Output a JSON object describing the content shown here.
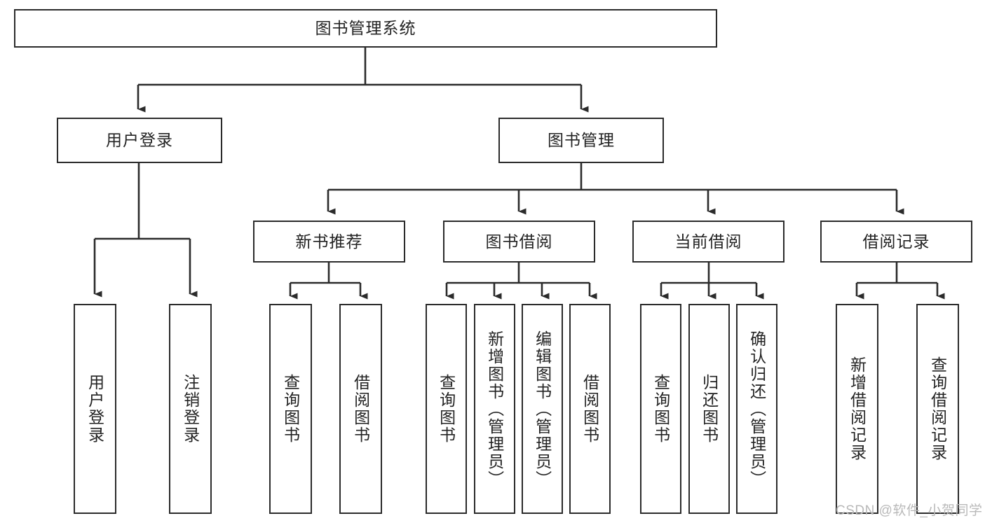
{
  "diagram": {
    "type": "tree-hierarchy-chart",
    "title": "图书管理系统",
    "colors": {
      "box_border": "#2b2b2b",
      "box_fill": "#ffffff",
      "connector": "#2b2b2b",
      "text": "#232323",
      "watermark": "#b9b9b9",
      "background": "#ffffff"
    },
    "levels": [
      {
        "level": 1,
        "nodes": [
          {
            "id": "root",
            "label": "图书管理系统",
            "orientation": "horizontal"
          }
        ]
      },
      {
        "level": 2,
        "nodes": [
          {
            "id": "login",
            "label": "用户登录",
            "orientation": "horizontal",
            "parent": "root"
          },
          {
            "id": "bookmgmt",
            "label": "图书管理",
            "orientation": "horizontal",
            "parent": "root"
          }
        ]
      },
      {
        "level": 3,
        "nodes": [
          {
            "id": "newbook",
            "label": "新书推荐",
            "orientation": "horizontal",
            "parent": "bookmgmt"
          },
          {
            "id": "borrow",
            "label": "图书借阅",
            "orientation": "horizontal",
            "parent": "bookmgmt"
          },
          {
            "id": "current",
            "label": "当前借阅",
            "orientation": "horizontal",
            "parent": "bookmgmt"
          },
          {
            "id": "records",
            "label": "借阅记录",
            "orientation": "horizontal",
            "parent": "bookmgmt"
          }
        ]
      },
      {
        "level": 4,
        "nodes": [
          {
            "id": "leaf1",
            "label": "用户登录",
            "orientation": "vertical",
            "parent": "login"
          },
          {
            "id": "leaf2",
            "label": "注销登录",
            "orientation": "vertical",
            "parent": "login"
          },
          {
            "id": "leaf3",
            "label": "查询图书",
            "orientation": "vertical",
            "parent": "newbook"
          },
          {
            "id": "leaf4",
            "label": "借阅图书",
            "orientation": "vertical",
            "parent": "newbook"
          },
          {
            "id": "leaf5",
            "label": "查询图书",
            "orientation": "vertical",
            "parent": "borrow"
          },
          {
            "id": "leaf6",
            "label": "新增图书（管理员）",
            "orientation": "vertical",
            "parent": "borrow"
          },
          {
            "id": "leaf7",
            "label": "编辑图书（管理员）",
            "orientation": "vertical",
            "parent": "borrow"
          },
          {
            "id": "leaf8",
            "label": "借阅图书",
            "orientation": "vertical",
            "parent": "borrow"
          },
          {
            "id": "leaf9",
            "label": "查询图书",
            "orientation": "vertical",
            "parent": "current"
          },
          {
            "id": "leaf10",
            "label": "归还图书",
            "orientation": "vertical",
            "parent": "current"
          },
          {
            "id": "leaf11",
            "label": "确认归还（管理员）",
            "orientation": "vertical",
            "parent": "current"
          },
          {
            "id": "leaf12",
            "label": "新增借阅记录",
            "orientation": "vertical",
            "parent": "records"
          },
          {
            "id": "leaf13",
            "label": "查询借阅记录",
            "orientation": "vertical",
            "parent": "records"
          }
        ]
      }
    ]
  },
  "watermark": {
    "text": "CSDN @软件_小贺同学"
  }
}
